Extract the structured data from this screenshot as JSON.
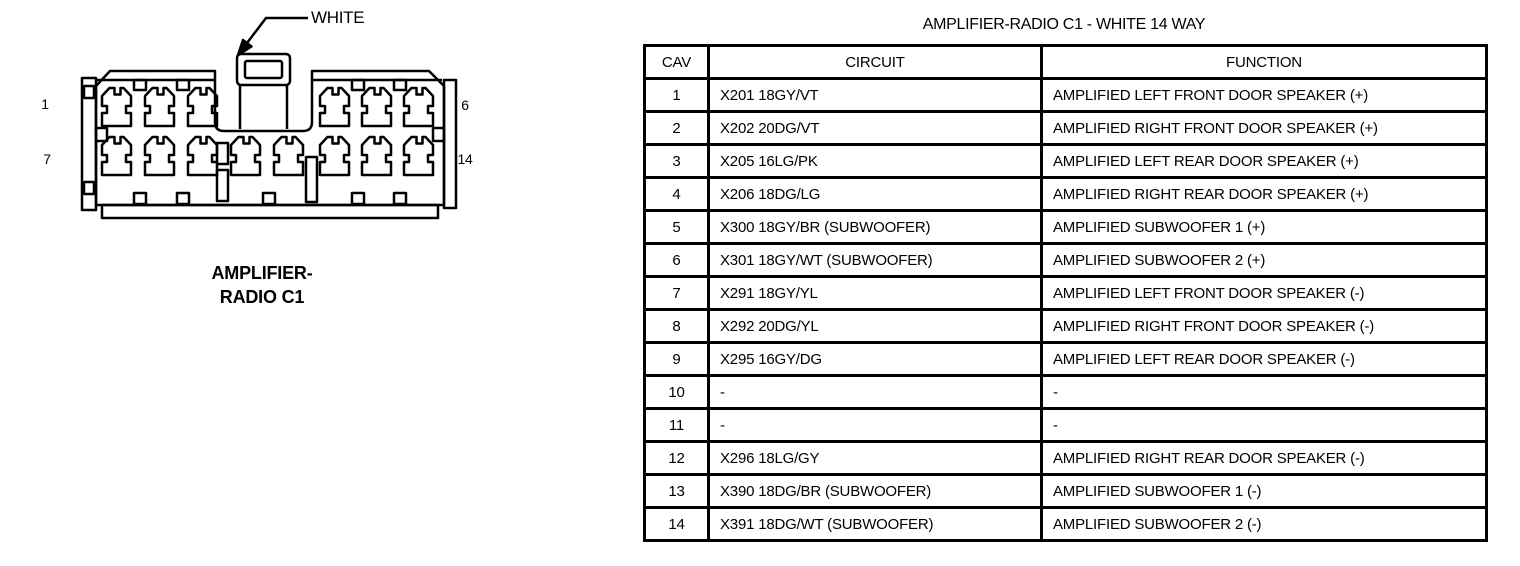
{
  "figure": {
    "white_label": "WHITE",
    "caption_line1": "AMPLIFIER-",
    "caption_line2": "RADIO C1",
    "pin_labels": {
      "top_left": "1",
      "top_right": "6",
      "bottom_left": "7",
      "bottom_right": "14"
    }
  },
  "table": {
    "title": "AMPLIFIER-RADIO C1 - WHITE 14 WAY",
    "columns": [
      "CAV",
      "CIRCUIT",
      "FUNCTION"
    ],
    "rows": [
      [
        "1",
        "X201 18GY/VT",
        "AMPLIFIED LEFT FRONT DOOR SPEAKER (+)"
      ],
      [
        "2",
        "X202 20DG/VT",
        "AMPLIFIED RIGHT FRONT DOOR SPEAKER (+)"
      ],
      [
        "3",
        "X205 16LG/PK",
        "AMPLIFIED LEFT REAR DOOR SPEAKER (+)"
      ],
      [
        "4",
        "X206 18DG/LG",
        "AMPLIFIED RIGHT REAR DOOR SPEAKER (+)"
      ],
      [
        "5",
        "X300 18GY/BR (SUBWOOFER)",
        "AMPLIFIED SUBWOOFER 1 (+)"
      ],
      [
        "6",
        "X301 18GY/WT (SUBWOOFER)",
        "AMPLIFIED SUBWOOFER 2 (+)"
      ],
      [
        "7",
        "X291 18GY/YL",
        "AMPLIFIED LEFT FRONT DOOR SPEAKER (-)"
      ],
      [
        "8",
        "X292 20DG/YL",
        "AMPLIFIED RIGHT FRONT DOOR SPEAKER (-)"
      ],
      [
        "9",
        "X295 16GY/DG",
        "AMPLIFIED LEFT REAR DOOR SPEAKER (-)"
      ],
      [
        "10",
        "-",
        "-"
      ],
      [
        "11",
        "-",
        "-"
      ],
      [
        "12",
        "X296 18LG/GY",
        "AMPLIFIED RIGHT REAR DOOR SPEAKER (-)"
      ],
      [
        "13",
        "X390 18DG/BR (SUBWOOFER)",
        "AMPLIFIED SUBWOOFER 1 (-)"
      ],
      [
        "14",
        "X391 18DG/WT (SUBWOOFER)",
        "AMPLIFIED SUBWOOFER 2 (-)"
      ]
    ]
  },
  "colors": {
    "ink": "#000000",
    "paper": "#ffffff"
  }
}
